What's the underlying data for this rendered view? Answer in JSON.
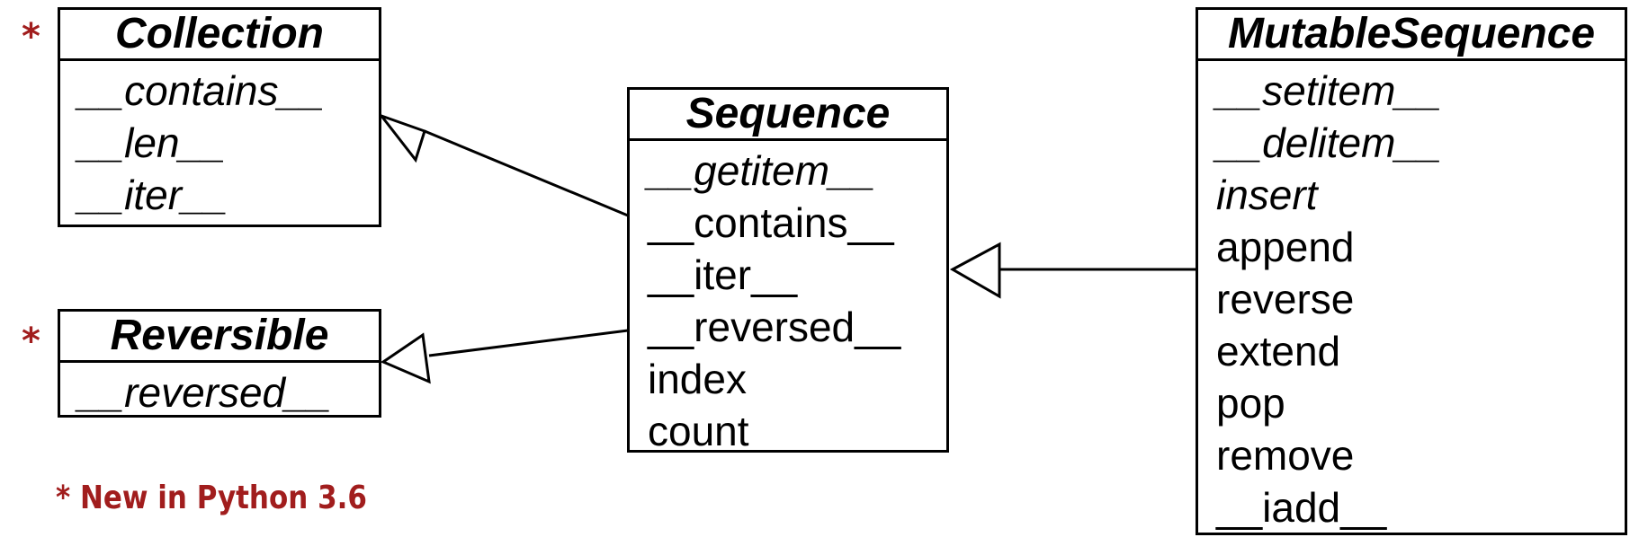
{
  "classes": {
    "collection": {
      "name": "Collection",
      "methods": [
        {
          "label": "__contains__",
          "abstract": true
        },
        {
          "label": "__len__",
          "abstract": true
        },
        {
          "label": "__iter__",
          "abstract": true
        }
      ]
    },
    "reversible": {
      "name": "Reversible",
      "methods": [
        {
          "label": "__reversed__",
          "abstract": true
        }
      ]
    },
    "sequence": {
      "name": "Sequence",
      "methods": [
        {
          "label": "__getitem__",
          "abstract": true
        },
        {
          "label": "__contains__",
          "abstract": false
        },
        {
          "label": "__iter__",
          "abstract": false
        },
        {
          "label": "__reversed__",
          "abstract": false
        },
        {
          "label": "index",
          "abstract": false
        },
        {
          "label": "count",
          "abstract": false
        }
      ]
    },
    "mutable_sequence": {
      "name": "MutableSequence",
      "methods": [
        {
          "label": "__setitem__",
          "abstract": true
        },
        {
          "label": "__delitem__",
          "abstract": true
        },
        {
          "label": "insert",
          "abstract": true
        },
        {
          "label": "append",
          "abstract": false
        },
        {
          "label": "reverse",
          "abstract": false
        },
        {
          "label": "extend",
          "abstract": false
        },
        {
          "label": "pop",
          "abstract": false
        },
        {
          "label": "remove",
          "abstract": false
        },
        {
          "label": "__iadd__",
          "abstract": false
        }
      ]
    }
  },
  "markers": {
    "new_marker": "*"
  },
  "footnote": "* New in Python 3.6",
  "colors": {
    "footnote": "#a11d1d",
    "lines": "#000000"
  },
  "relations": [
    {
      "from": "Sequence",
      "to": "Collection",
      "type": "inheritance"
    },
    {
      "from": "Sequence",
      "to": "Reversible",
      "type": "inheritance"
    },
    {
      "from": "MutableSequence",
      "to": "Sequence",
      "type": "inheritance"
    }
  ]
}
